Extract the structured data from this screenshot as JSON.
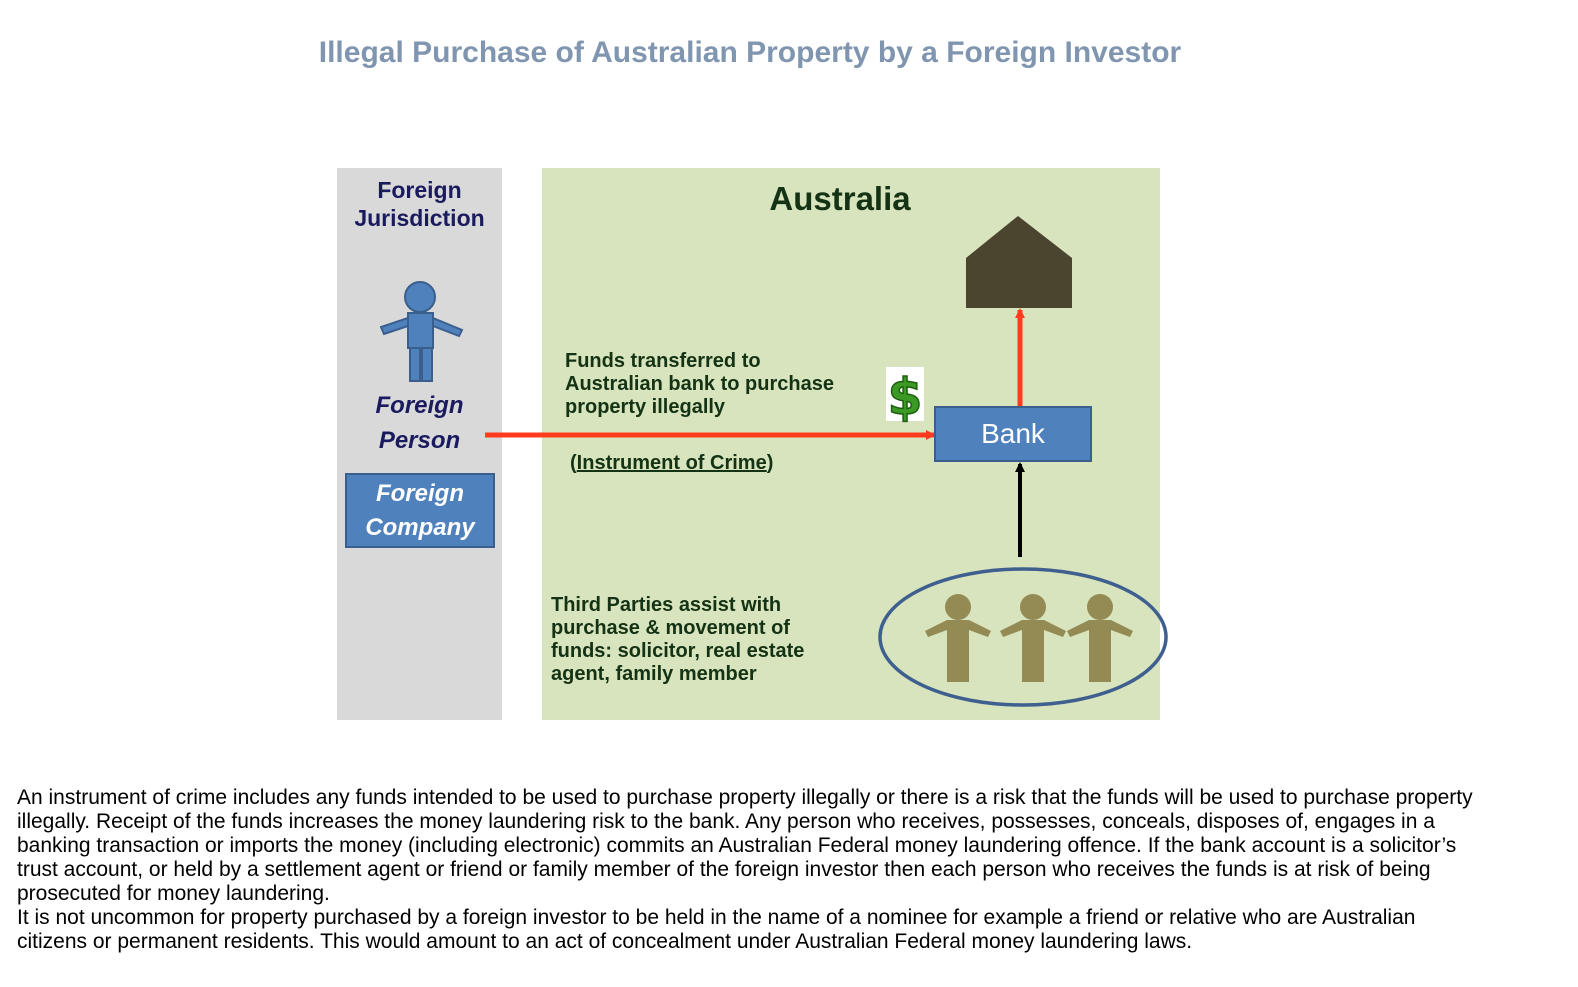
{
  "title": "Illegal Purchase of Australian Property by a Foreign Investor",
  "diagram": {
    "foreign_jurisdiction": {
      "line1": "Foreign",
      "line2": "Jurisdiction"
    },
    "australia": "Australia",
    "foreign_person": {
      "line1": "Foreign",
      "line2": "Person"
    },
    "foreign_company": {
      "line1": "Foreign",
      "line2": "Company"
    },
    "bank": "Bank",
    "funds_transfer": {
      "line1": "Funds transferred to",
      "line2": "Australian bank to purchase",
      "line3": "property illegally"
    },
    "instrument_open": "(",
    "instrument": "Instrument of Crime",
    "instrument_close": ")",
    "dollar_sign": "$",
    "third_parties": {
      "line1": "Third Parties assist with",
      "line2": "purchase & movement of",
      "line3": "funds: solicitor, real estate",
      "line4": "agent, family member"
    },
    "colors": {
      "foreign_panel": "#d9d9d9",
      "australia_panel": "#d7e4bd",
      "box_blue": "#4f81bd",
      "person_blue": "#4f81bd",
      "house": "#4b442e",
      "third_party_figures": "#948a54",
      "arrow_red": "#ff3b1f",
      "arrow_black": "#000000",
      "ellipse_border": "#3f5f8f"
    },
    "icons": [
      "person-icon",
      "house-icon",
      "dollar-icon",
      "people-group-icon"
    ]
  },
  "description": {
    "paragraph1": "An instrument of crime includes any funds intended to be used to purchase property illegally or there is a risk that the funds will be used to purchase property illegally. Receipt of the funds increases the money laundering risk to the bank.  Any person who receives, possesses, conceals, disposes of, engages in a banking transaction or imports the money (including electronic) commits an Australian Federal money laundering offence.  If the bank account is a solicitor’s trust account, or held by a settlement agent or friend or family member of the foreign investor then each person who receives the funds is at risk of being prosecuted for money laundering.",
    "paragraph2": "It is not uncommon for property purchased by a foreign investor to be held in the name of a nominee for example a friend or relative who are Australian citizens or permanent residents. This would amount to an act of concealment under Australian Federal money laundering laws."
  }
}
